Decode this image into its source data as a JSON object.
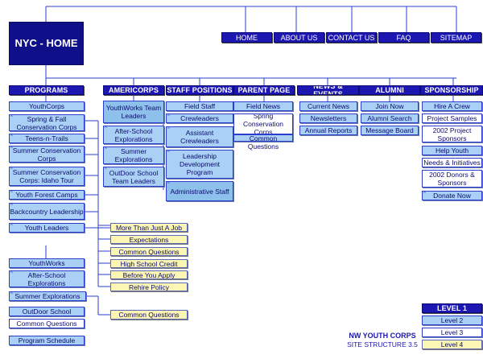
{
  "home": "NYC - HOME",
  "top_nav": [
    "HOME",
    "ABOUT US",
    "CONTACT US",
    "FAQ",
    "SITEMAP"
  ],
  "sections": [
    "PROGRAMS",
    "AMERICORPS",
    "STAFF POSITIONS",
    "PARENT PAGE",
    "NEWS & EVENTS",
    "ALUMNI",
    "SPONSORSHIP"
  ],
  "programs": {
    "youthcorps_group": [
      "YouthCorps",
      "Spring & Fall Conservation Corps",
      "Teens-n-Trails",
      "Summer Conservation Corps",
      "Summer Conservation Corps: Idaho Tour",
      "Youth Forest Camps",
      "Backcountry Leadership",
      "Youth Leaders"
    ],
    "youthcorps_sub": [
      "More Than Just A Job",
      "Expectations",
      "Common Questions",
      "High School Credit",
      "Before You Apply",
      "Rehire Policy"
    ],
    "youthworks_group": [
      "YouthWorks",
      "After-School Explorations",
      "Summer Explorations"
    ],
    "summer_sub": "Common Questions",
    "outdoor_group": [
      "OutDoor School",
      "Common Questions"
    ],
    "program_schedule": "Program Schedule"
  },
  "americorps": [
    "YouthWorks Team Leaders",
    "After-School Explorations",
    "Summer Explorations",
    "OutDoor School Team Leaders"
  ],
  "staff_positions": [
    "Field Staff",
    "Crewleaders",
    "Assistant Crewleaders",
    "Leadership Development Program",
    "Administrative Staff"
  ],
  "parent_page": [
    "Field News",
    "Spring Conservation Corps",
    "Common Questions"
  ],
  "news_events": [
    "Current News",
    "Newsletters",
    "Annual Reports"
  ],
  "alumni": [
    "Join Now",
    "Alumni Search",
    "Message Board"
  ],
  "sponsorship": [
    "Hire A Crew",
    "Project Samples",
    "2002 Project Sponsors",
    "Help Youth",
    "Needs & Initiatives",
    "2002 Donors & Sponsors",
    "Donate Now"
  ],
  "legend": [
    "LEVEL 1",
    "Level 2",
    "Level 3",
    "Level 4"
  ],
  "caption": {
    "title": "NW YOUTH CORPS",
    "subtitle": "SITE STRUCTURE 3.5"
  },
  "colors": {
    "navy": "#1b17b0",
    "home": "#100f8a",
    "level2": "#aad1f5",
    "level3": "#ffffff",
    "level4": "#fbf6b3",
    "line": "#2a3fd0"
  }
}
